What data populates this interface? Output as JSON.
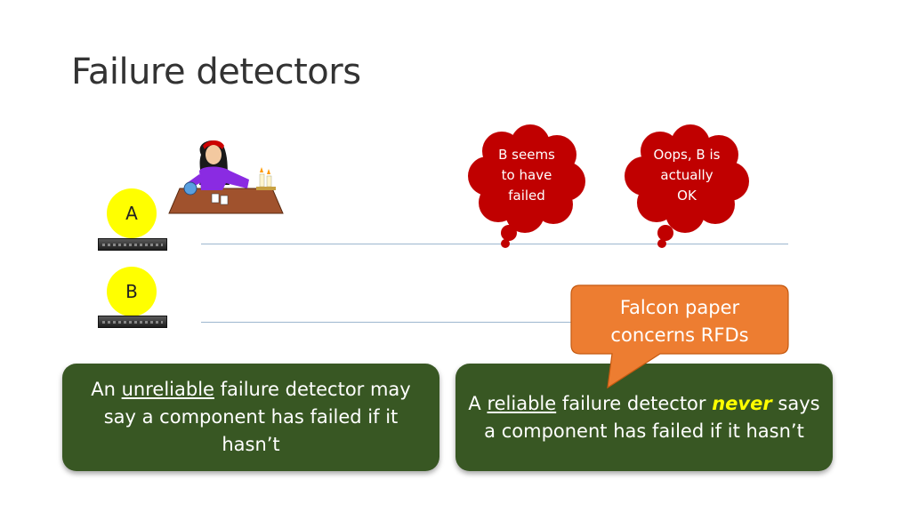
{
  "slide": {
    "title": "Failure detectors"
  },
  "nodes": {
    "a_label": "A",
    "b_label": "B"
  },
  "thought_bubbles": [
    {
      "lines": [
        "B seems",
        "to have",
        "failed"
      ],
      "color": "#c00000"
    },
    {
      "lines": [
        "Oops, B is",
        "actually",
        "OK"
      ],
      "color": "#c00000"
    }
  ],
  "callout": {
    "lines": [
      "Falcon paper",
      "concerns RFDs"
    ],
    "color": "#ed7d31"
  },
  "boxes": {
    "unreliable": {
      "prefix": "An ",
      "underlined": "unreliable",
      "rest": " failure detector may say a component has failed if it hasn’t"
    },
    "reliable": {
      "prefix": "A ",
      "underlined": "reliable",
      "middle": " failure detector ",
      "emphasis": "never",
      "rest": " says a component has failed if it hasn’t"
    },
    "color": "#385723"
  },
  "icons": {
    "fortune_teller": "fortune-teller-icon",
    "server": "server-icon"
  }
}
